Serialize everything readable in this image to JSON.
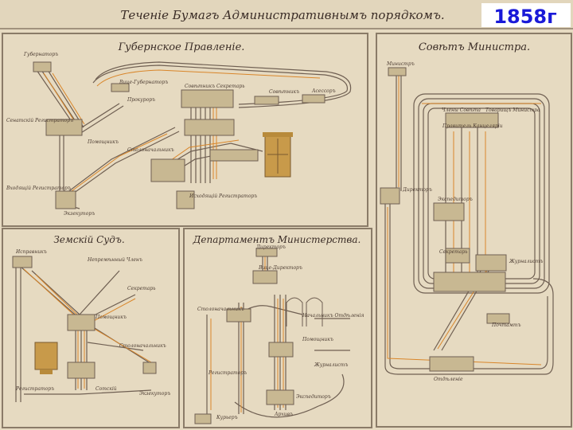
{
  "header": {
    "title": "Теченіе Бумагъ Административнымъ порядкомъ.",
    "year": "1858г"
  },
  "panels": {
    "gubernia": {
      "title": "Губернское Правленіе.",
      "labels": [
        "Губернаторъ",
        "Вице-Губернаторъ",
        "Прокуроръ",
        "Совѣтникъ Секретарь",
        "Совѣтникъ",
        "Асессоръ",
        "Столоначальникъ",
        "Сенатскій Регистраторъ",
        "Помощникъ",
        "Входящій Регистраторъ",
        "Исходящій Регистраторъ",
        "Экзекуторъ"
      ]
    },
    "minister": {
      "title": "Совѣтъ Министра.",
      "labels": [
        "Министръ",
        "Члены Совѣта",
        "Товарищъ Министра",
        "Правитель Канцеляріи",
        "Директоръ",
        "Экспедиторъ",
        "Журналистъ",
        "Секретарь",
        "Отдѣленіе",
        "Почтамтъ"
      ]
    },
    "zemsky": {
      "title": "Земскій Судъ.",
      "labels": [
        "Исправникъ",
        "Непремѣнный Членъ",
        "Секретарь",
        "Столоначальникъ",
        "Помощникъ",
        "Регистраторъ",
        "Сотскій",
        "Экзекуторъ"
      ]
    },
    "department": {
      "title": "Департаментъ Министерства.",
      "labels": [
        "Директоръ",
        "Вице-Директоръ",
        "Начальникъ Отдѣленія",
        "Столоначальникъ",
        "Помощникъ",
        "Журналистъ",
        "Регистраторъ",
        "Экспедиторъ",
        "Архивъ",
        "Курьеръ"
      ]
    }
  },
  "colors": {
    "paper": "#e9dfc8",
    "ink": "#4a3a30",
    "route": "#d9862a",
    "desk": "#c89a4a",
    "year": "#1a1ad8"
  }
}
